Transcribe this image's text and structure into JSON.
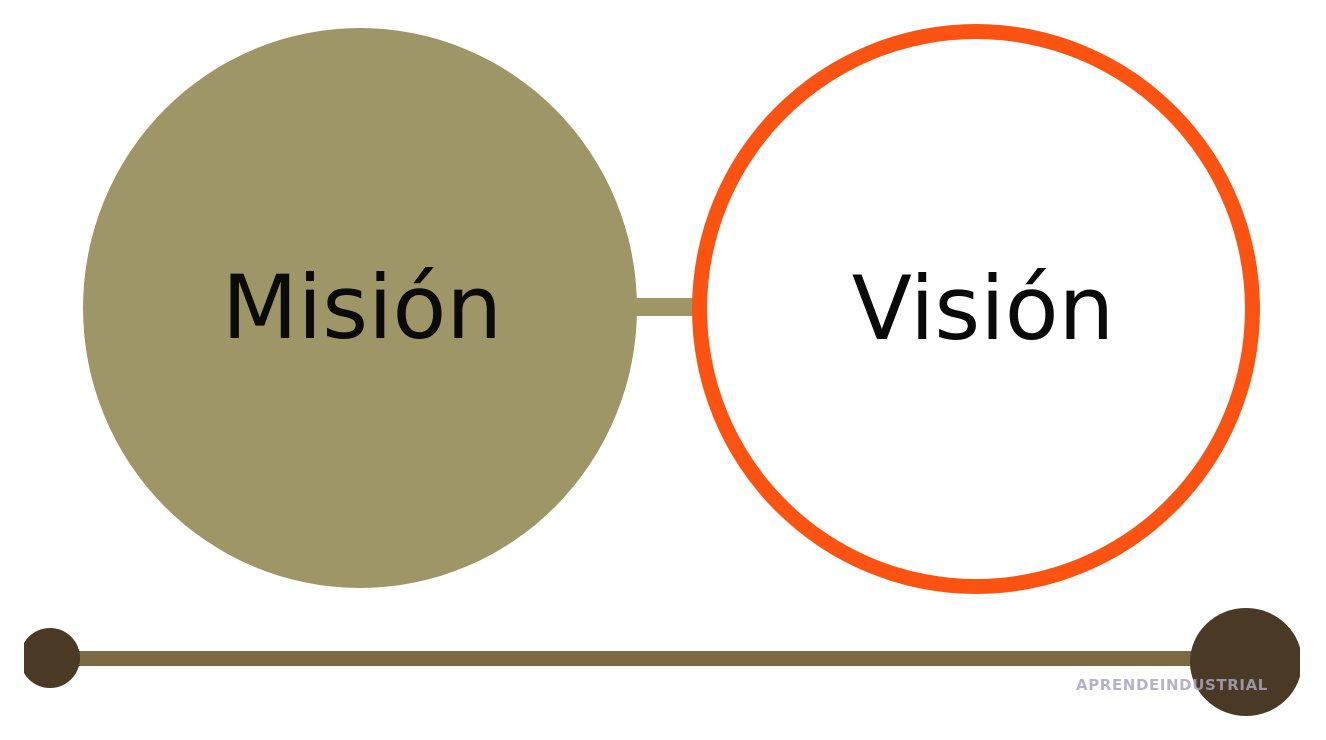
{
  "diagram": {
    "nodes": [
      {
        "id": "mision",
        "label": "Misión",
        "fill": "#9e9666"
      },
      {
        "id": "vision",
        "label": "Visión",
        "fill": "#ffffff",
        "outline": "#fc5312"
      }
    ],
    "connector_color": "#9e9666"
  },
  "timeline": {
    "bar_color": "#7d6a45",
    "dot_color": "#4a3a25"
  },
  "watermark": {
    "text": "APRENDEINDUSTRIAL",
    "color": "#a9a6bd"
  }
}
